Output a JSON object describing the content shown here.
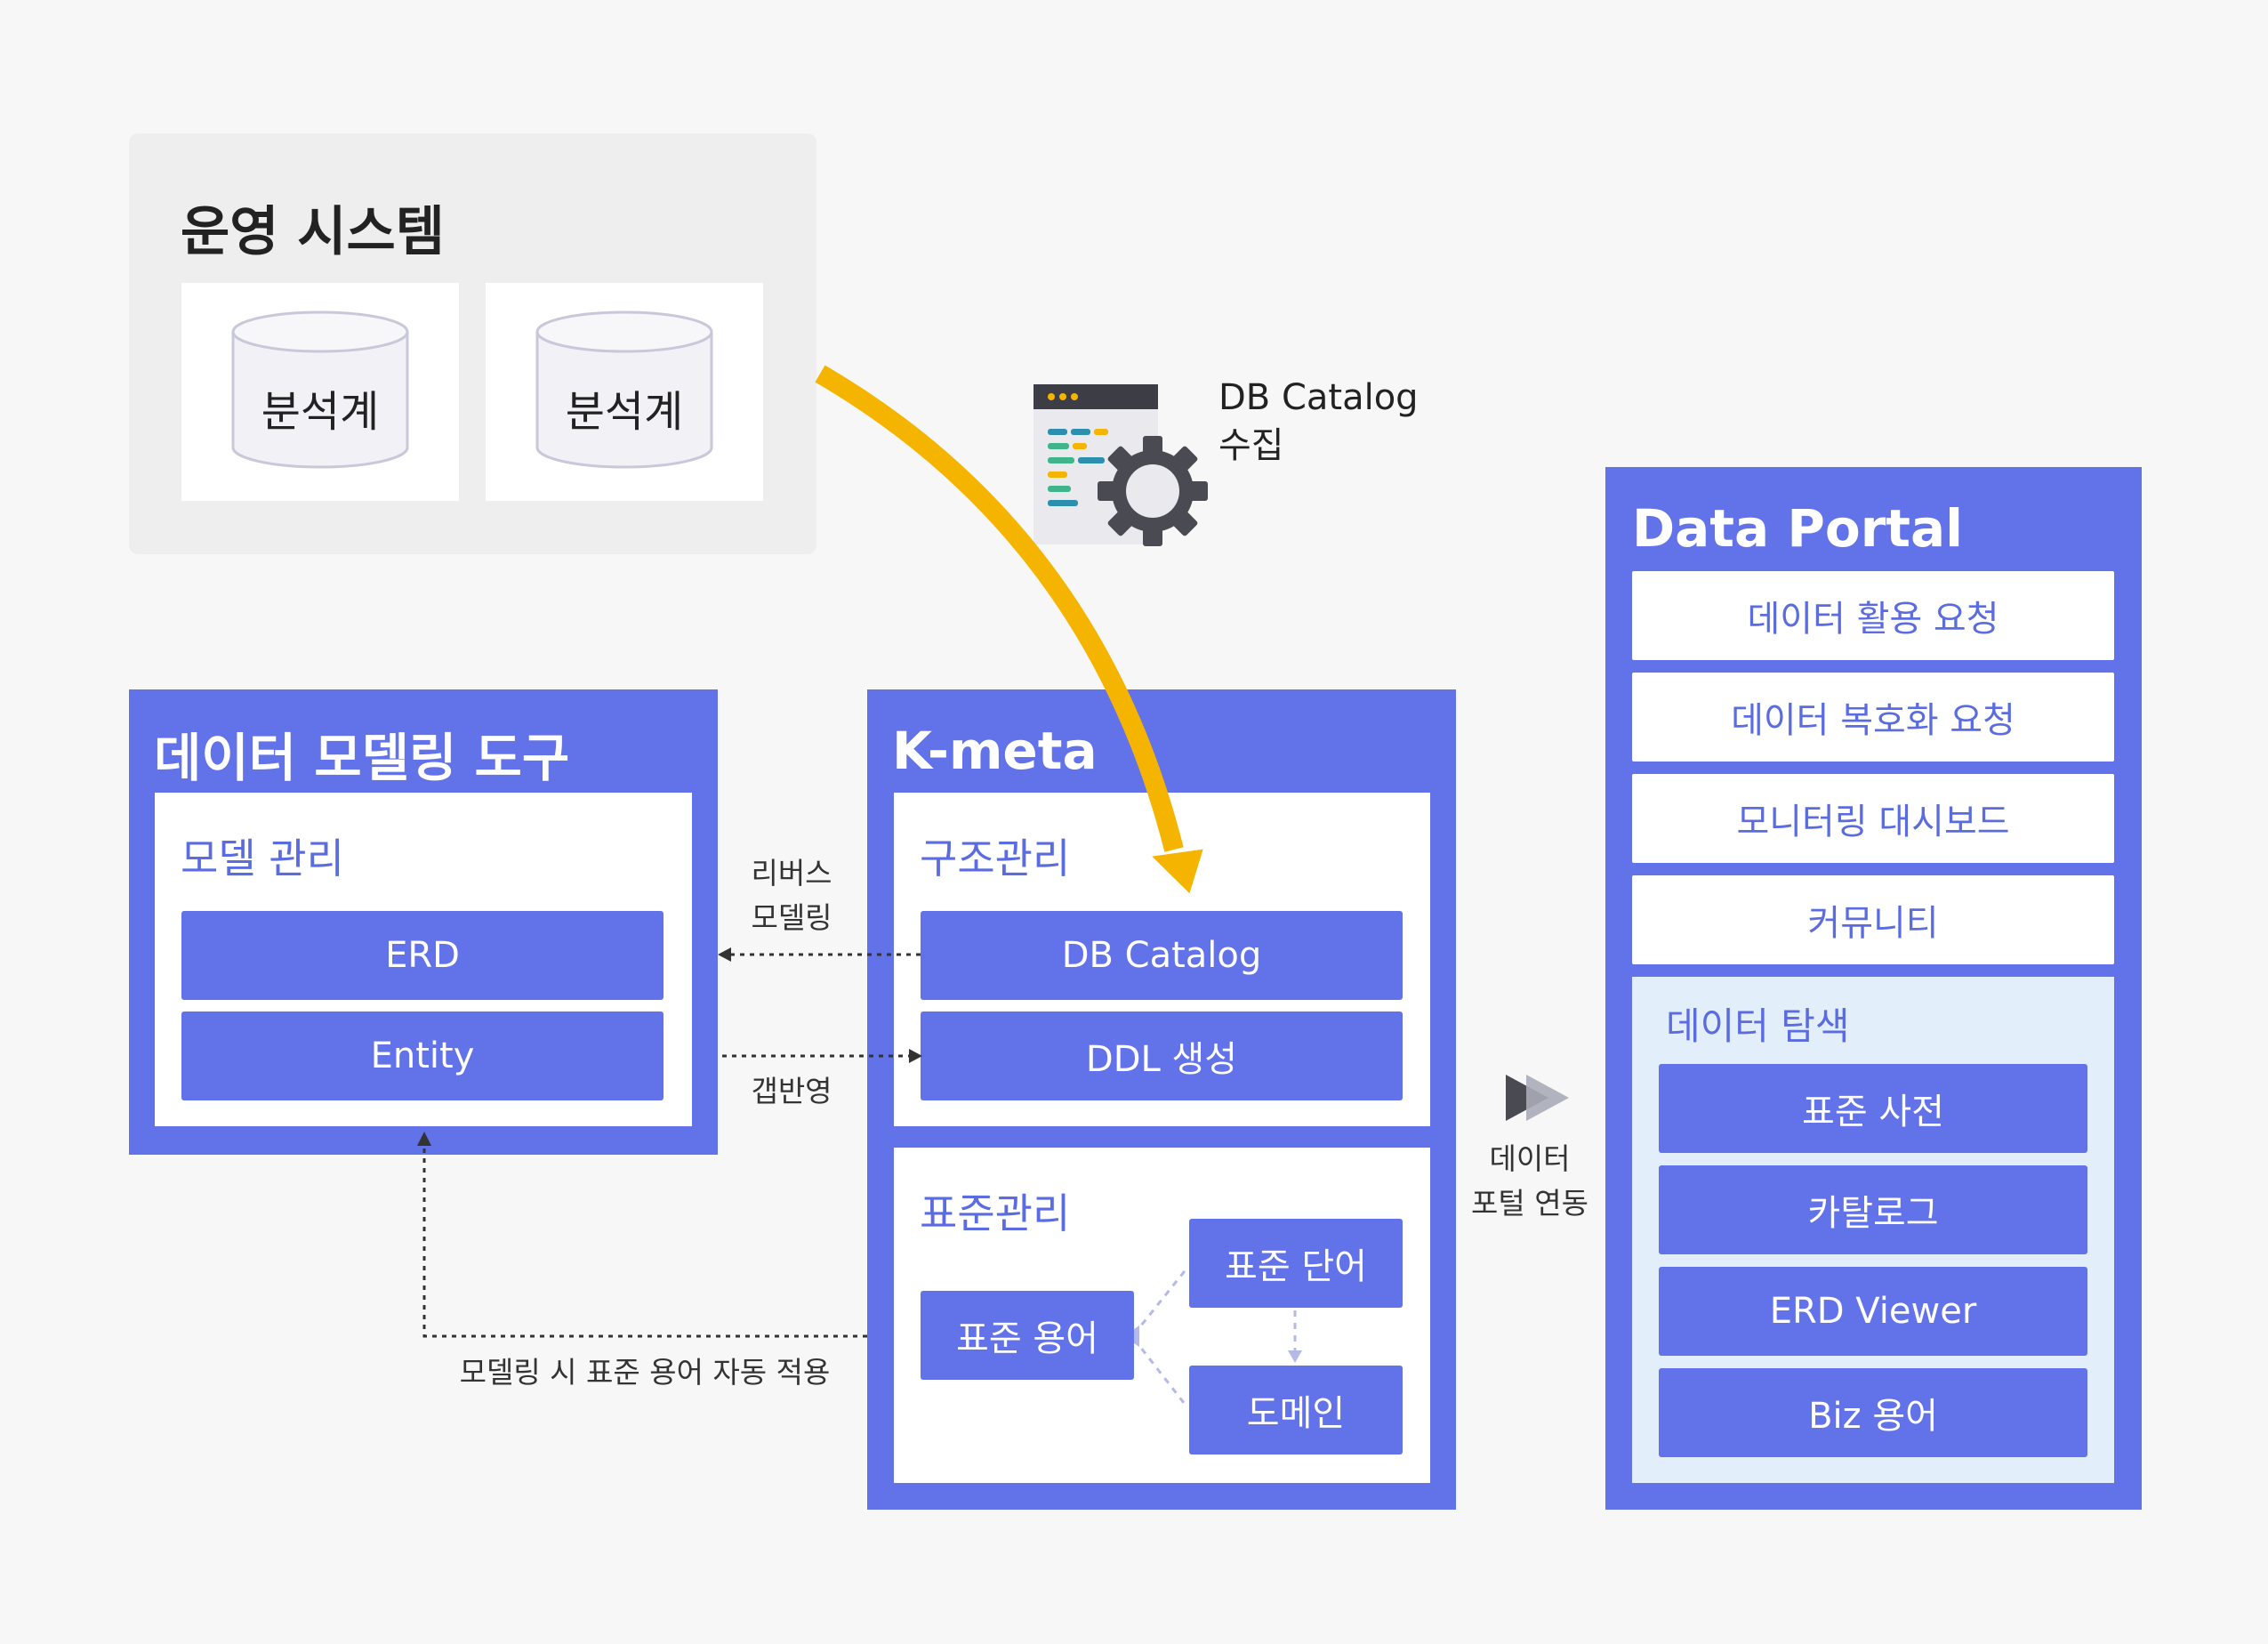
{
  "ops": {
    "title": "운영 시스템",
    "db1": "분석계",
    "db2": "분석계"
  },
  "collect": {
    "line1": "DB Catalog",
    "line2": "수집"
  },
  "modeling": {
    "title": "데이터 모델링 도구",
    "section": "모델 관리",
    "items": [
      "ERD",
      "Entity"
    ]
  },
  "kmeta": {
    "title": "K-meta",
    "structure": {
      "title": "구조관리",
      "items": [
        "DB Catalog",
        "DDL 생성"
      ]
    },
    "standard": {
      "title": "표준관리",
      "term": "표준 용어",
      "word": "표준 단어",
      "domain": "도메인"
    }
  },
  "connectors": {
    "reverse_line1": "리버스",
    "reverse_line2": "모델링",
    "gap_reflect": "갭반영",
    "auto_apply": "모델링 시 표준 용어 자동 적용",
    "portal_line1": "데이터",
    "portal_line2": "포털 연동"
  },
  "portal": {
    "title": "Data Portal",
    "items": [
      "데이터 활용 요청",
      "데이터 복호화 요청",
      "모니터링 대시보드",
      "커뮤니티"
    ],
    "explore": {
      "title": "데이터 탐색",
      "items": [
        "표준 사전",
        "카탈로그",
        "ERD Viewer",
        "Biz 용어"
      ]
    }
  },
  "colors": {
    "accent_blue": "#6272e8",
    "arrow_yellow": "#f5b400",
    "background": "#f7f7f7",
    "explore_bg": "#e3eefb"
  }
}
